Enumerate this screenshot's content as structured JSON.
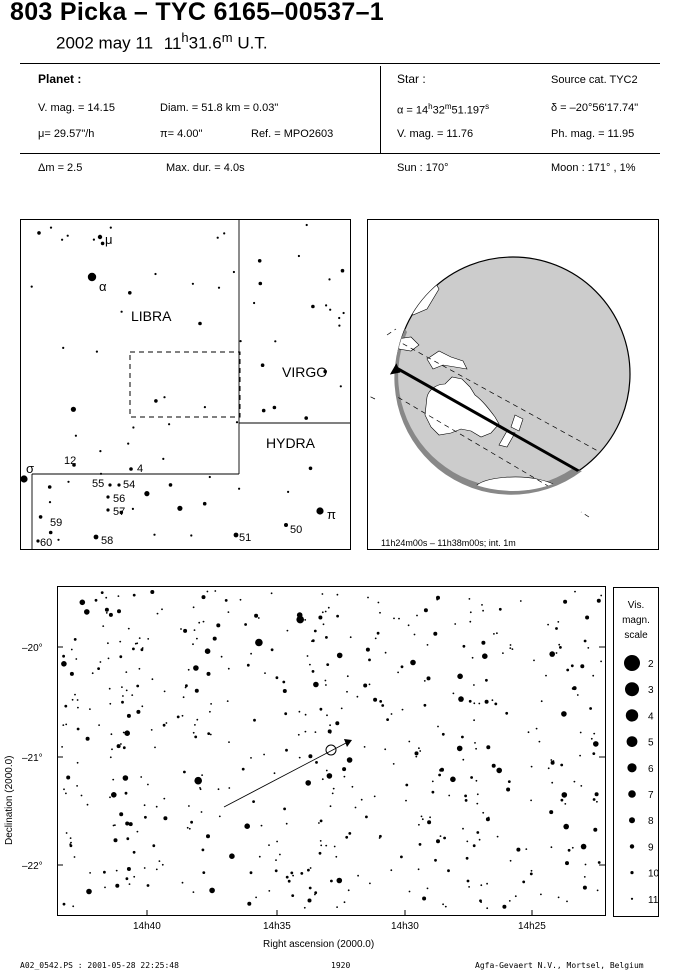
{
  "header": {
    "title": "803 Picka  –  TYC 6165–00537–1",
    "date": "2002 may 11",
    "time_h": "11",
    "time_h_sup": "h",
    "time_m": "31.6",
    "time_m_sup": "m",
    "time_ut": "U.T."
  },
  "planet": {
    "heading": "Planet :",
    "vmag": "V. mag. = 14.15",
    "diam": "Diam. = 51.8 km = 0.03\"",
    "mu": "μ=  29.57\"/h",
    "pi": "π=  4.00\"",
    "ref": "Ref. = MPO2603"
  },
  "star": {
    "heading": "Star :",
    "source": "Source cat.  TYC2",
    "ra_prefix": "α = 14",
    "ra_h": "h",
    "ra_32": "32",
    "ra_m": "m",
    "ra_sec": "51.197",
    "ra_s": "s",
    "dec": "δ = –20°56'17.74\"",
    "vmag": "V. mag. = 11.76",
    "phmag": "Ph. mag. = 11.95"
  },
  "bottom_row": {
    "dm": "Δm = 2.5",
    "maxdur": "Max. dur. = 4.0s",
    "sun": "Sun : 170°",
    "moon": "Moon : 171° ,  1%"
  },
  "constellation_map": {
    "labels": [
      "LIBRA",
      "VIRGO",
      "HYDRA"
    ],
    "greek": [
      "μ",
      "α",
      "σ",
      "π"
    ],
    "numbers": [
      "12",
      "4",
      "55",
      "54",
      "56",
      "57",
      "59",
      "60",
      "58",
      "51",
      "50"
    ]
  },
  "globe": {
    "caption": "11h24m00s – 11h38m00s; int.  1m"
  },
  "chart": {
    "dec_ticks": [
      "–20°",
      "–21°",
      "–22°"
    ],
    "ra_ticks": [
      "14h40",
      "14h35",
      "14h30",
      "14h25"
    ],
    "ylabel": "Declination (2000.0)",
    "xlabel": "Right ascension (2000.0)"
  },
  "scale": {
    "title1": "Vis.",
    "title2": "magn.",
    "title3": "scale",
    "entries": [
      "2",
      "3",
      "4",
      "5",
      "6",
      "7",
      "8",
      "9",
      "10",
      "11"
    ]
  },
  "footer": {
    "left": "A02_0542.PS : 2001-05-28 22:25:48",
    "center": "1920",
    "right": "Agfa-Gevaert N.V., Mortsel, Belgium"
  }
}
